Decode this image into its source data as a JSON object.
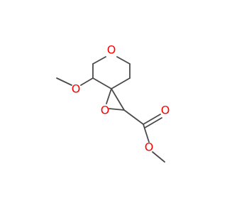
{
  "structure": {
    "atom_labels": {
      "ring_oxygen": "O",
      "methoxy_oxygen": "O",
      "epoxide_oxygen": "O",
      "carbonyl_oxygen": "O",
      "ester_oxygen": "O"
    },
    "colors": {
      "bond": "#4a4a4a",
      "oxygen": "#ff0000"
    }
  }
}
